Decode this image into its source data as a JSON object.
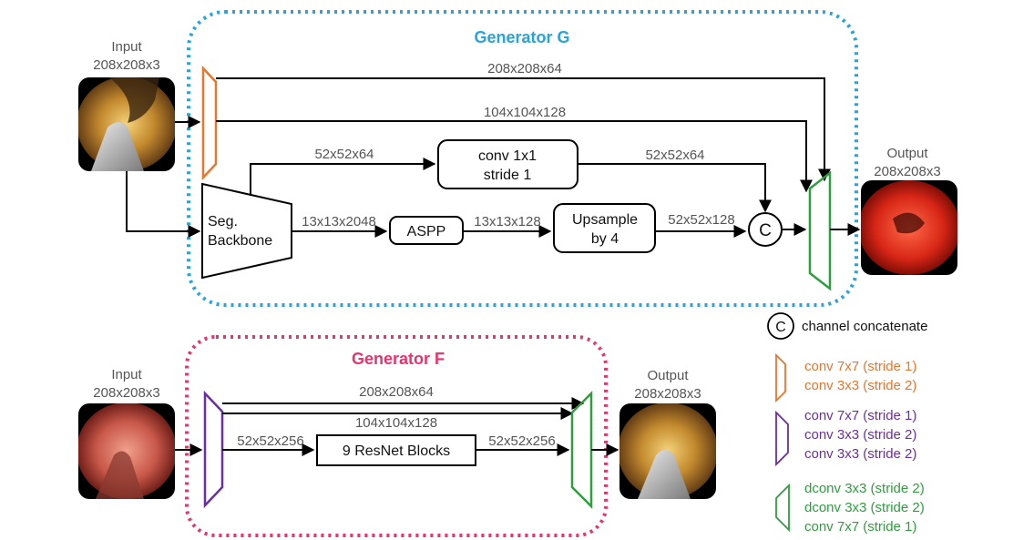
{
  "colors": {
    "generator_g_border": "#29a3dc",
    "generator_f_border": "#e8336d",
    "orange": "#e8762d",
    "purple": "#6b2fa0",
    "green": "#2e9e3e",
    "text_gray": "#555555"
  },
  "generator_g": {
    "title": "Generator G",
    "input_label": "Input",
    "input_size": "208x208x3",
    "output_label": "Output",
    "output_size": "208x208x3",
    "skip_top": "208x208x64",
    "skip_second": "104x104x128",
    "branch_to_conv": "52x52x64",
    "conv_out": "52x52x64",
    "backbone_out": "13x13x2048",
    "aspp_out": "13x13x128",
    "upsample_out": "52x52x128",
    "conv_box_line1": "conv 1x1",
    "conv_box_line2": "stride 1",
    "backbone_line1": "Seg.",
    "backbone_line2": "Backbone",
    "aspp_box": "ASPP",
    "upsample_line1": "Upsample",
    "upsample_line2": "by 4",
    "concat_symbol": "C"
  },
  "generator_f": {
    "title": "Generator F",
    "input_label": "Input",
    "input_size": "208x208x3",
    "output_label": "Output",
    "output_size": "208x208x3",
    "skip_top": "208x208x64",
    "skip_second": "104x104x128",
    "resnet_in": "52x52x256",
    "resnet_out": "52x52x256",
    "resnet_box": "9 ResNet Blocks"
  },
  "legend": {
    "concat_symbol": "C",
    "concat_label": "channel concatenate",
    "orange_lines": [
      "conv 7x7 (stride 1)",
      "conv 3x3 (stride 2)"
    ],
    "purple_lines": [
      "conv 7x7 (stride 1)",
      "conv 3x3 (stride 2)",
      "conv 3x3 (stride 2)"
    ],
    "green_lines": [
      "dconv 3x3 (stride 2)",
      "dconv 3x3 (stride 2)",
      "conv 7x7 (stride 1)"
    ]
  },
  "icons": [
    "endoscopy-image",
    "tool-tip",
    "arrow-head"
  ]
}
